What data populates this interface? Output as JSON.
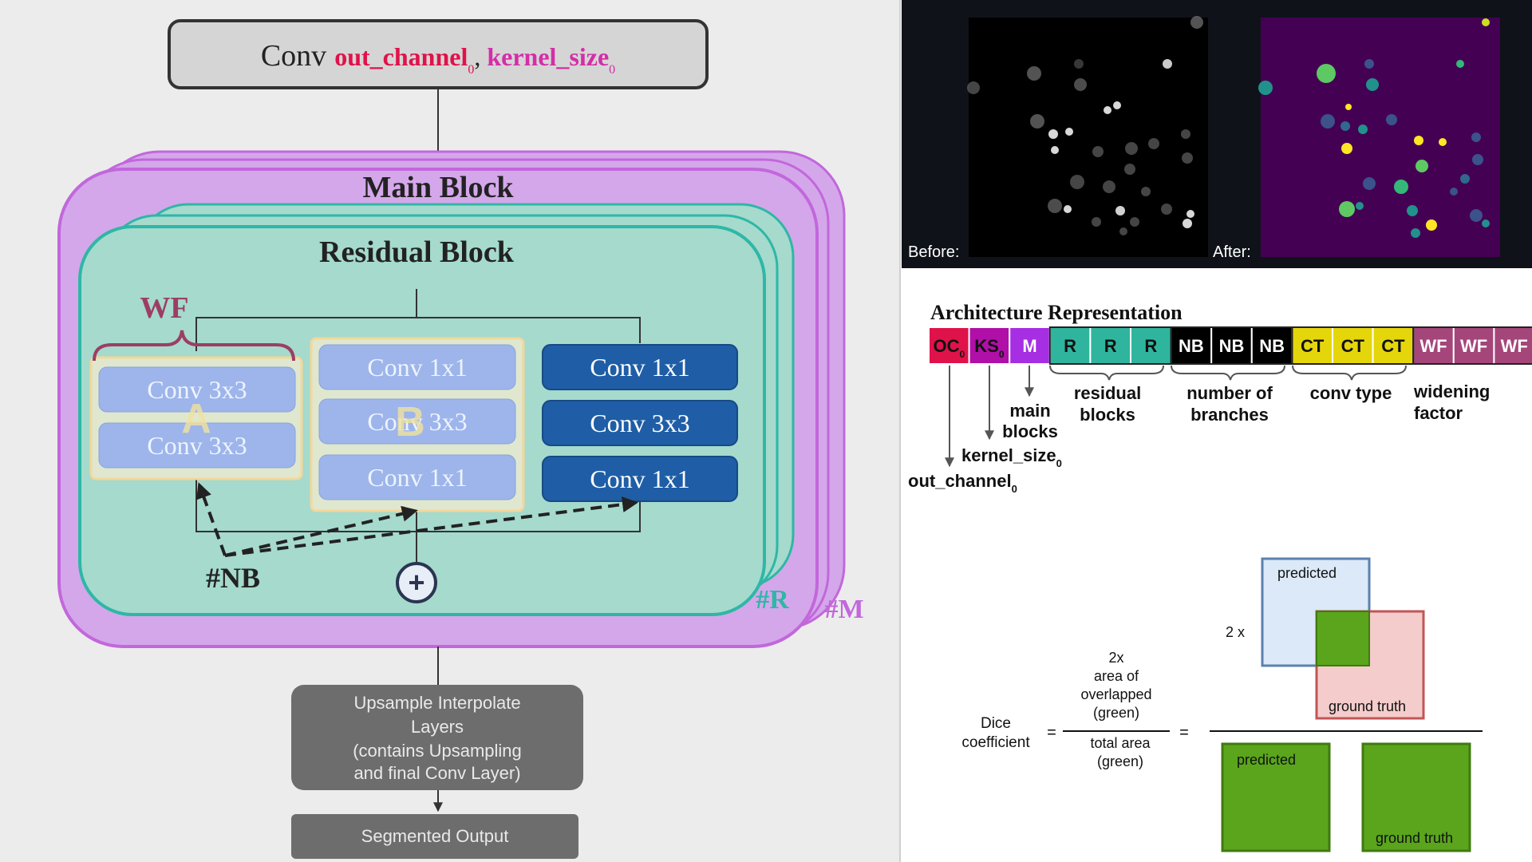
{
  "colors": {
    "left_bg": "#ececec",
    "main_block": "#d4a7ea",
    "main_block_stroke": "#c267dc",
    "residual_block": "#a5dacd",
    "residual_stroke": "#2eb7a6",
    "light_conv": "#9db5ea",
    "dark_conv": "#1f5ea6",
    "gray_box": "#6d6d6d",
    "oc": "#e0124a",
    "ks": "#b00fa8",
    "m": "#a62ee3",
    "r": "#2fb59e",
    "nb": "#000000",
    "ct": "#e5d60b",
    "wf": "#a4467a",
    "green": "#5aa51c",
    "predicted_fill": "#dbe9f8",
    "predicted_stroke": "#5b81ad",
    "truth_fill": "#f4cccc",
    "truth_stroke": "#c25555"
  },
  "left": {
    "top_conv": {
      "word": "Conv",
      "oc": "out_channel",
      "ks": "kernel_size",
      "sub": "0",
      "comma": ","
    },
    "main_block_title": "Main Block",
    "residual_block_title": "Residual Block",
    "wf_label": "WF",
    "branch_a": {
      "letter": "A",
      "convs": [
        "Conv 3x3",
        "Conv 3x3"
      ]
    },
    "branch_b": {
      "letter": "B",
      "convs": [
        "Conv 1x1",
        "Conv 3x3",
        "Conv 1x1"
      ]
    },
    "branch_c": {
      "convs": [
        "Conv 1x1",
        "Conv 3x3",
        "Conv 1x1"
      ]
    },
    "nb_label": "#NB",
    "plus": "+",
    "r_label": "#R",
    "m_label": "#M",
    "upsample_lines": [
      "Upsample Interpolate",
      "Layers",
      "(contains Upsampling",
      "and final Conv Layer)"
    ],
    "segmented_output": "Segmented Output"
  },
  "images": {
    "before_label": "Before:",
    "after_label": "After:"
  },
  "arch": {
    "title": "Architecture Representation",
    "tokens": [
      {
        "text": "OC",
        "sub": "0",
        "color": "#e0124a"
      },
      {
        "text": "KS",
        "sub": "0",
        "color": "#b00fa8"
      },
      {
        "text": "M",
        "sub": "",
        "color": "#a62ee3"
      },
      {
        "text": "R",
        "sub": "",
        "color": "#2fb59e"
      },
      {
        "text": "R",
        "sub": "",
        "color": "#2fb59e"
      },
      {
        "text": "R",
        "sub": "",
        "color": "#2fb59e"
      },
      {
        "text": "NB",
        "sub": "",
        "color": "#000000"
      },
      {
        "text": "NB",
        "sub": "",
        "color": "#000000"
      },
      {
        "text": "NB",
        "sub": "",
        "color": "#000000"
      },
      {
        "text": "CT",
        "sub": "",
        "color": "#e5d60b"
      },
      {
        "text": "CT",
        "sub": "",
        "color": "#e5d60b"
      },
      {
        "text": "CT",
        "sub": "",
        "color": "#e5d60b"
      },
      {
        "text": "WF",
        "sub": "",
        "color": "#a4467a"
      },
      {
        "text": "WF",
        "sub": "",
        "color": "#a4467a"
      },
      {
        "text": "WF",
        "sub": "",
        "color": "#a4467a"
      }
    ],
    "group_labels": {
      "residual": [
        "residual",
        "blocks"
      ],
      "branches": [
        "number of",
        "branches"
      ],
      "conv": [
        "conv type"
      ],
      "widening": [
        "widening",
        "factor"
      ],
      "main": [
        "main",
        "blocks"
      ]
    },
    "kernel_label": "kernel_size",
    "out_label": "out_channel",
    "sub": "0"
  },
  "dice": {
    "label": [
      "Dice",
      "coefficient"
    ],
    "numerator": [
      "2x",
      "area of",
      "overlapped",
      "(green)"
    ],
    "denominator": [
      "total area",
      "(green)"
    ],
    "eq": "=",
    "two_x": "2 x",
    "predicted": "predicted",
    "ground_truth": "ground truth"
  }
}
